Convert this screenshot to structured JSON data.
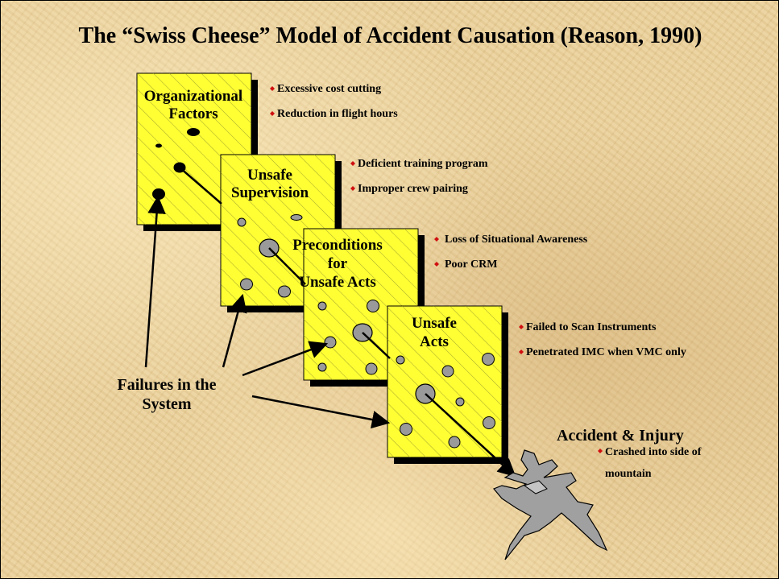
{
  "title": "The “Swiss Cheese” Model of Accident Causation (Reason, 1990)",
  "colors": {
    "slab_fill": "#ffff33",
    "slab_shadow": "#000000",
    "hole_fill": "#9a9a9a",
    "bullet": "#d01010",
    "plane_fill": "#a0a0a0"
  },
  "slabs": [
    {
      "label_lines": [
        "Organizational",
        "Factors"
      ],
      "bullets": [
        "Excessive cost cutting",
        "Reduction in flight hours"
      ]
    },
    {
      "label_lines": [
        "Unsafe",
        "Supervision"
      ],
      "bullets": [
        "Deficient training program",
        "Improper crew pairing"
      ]
    },
    {
      "label_lines": [
        "Preconditions",
        "for",
        "Unsafe Acts"
      ],
      "bullets": [
        "Loss of Situational Awareness",
        "Poor CRM"
      ]
    },
    {
      "label_lines": [
        "Unsafe",
        "Acts"
      ],
      "bullets": [
        "Failed to Scan Instruments",
        "Penetrated IMC when VMC only"
      ]
    }
  ],
  "failures_label": [
    "Failures in the",
    "System"
  ],
  "accident": {
    "title": "Accident & Injury",
    "bullet_lines": [
      "Crashed into side of",
      "mountain"
    ]
  },
  "icons": {
    "bullet": "diamond-bullet-icon",
    "plane": "crashed-jet-icon"
  }
}
